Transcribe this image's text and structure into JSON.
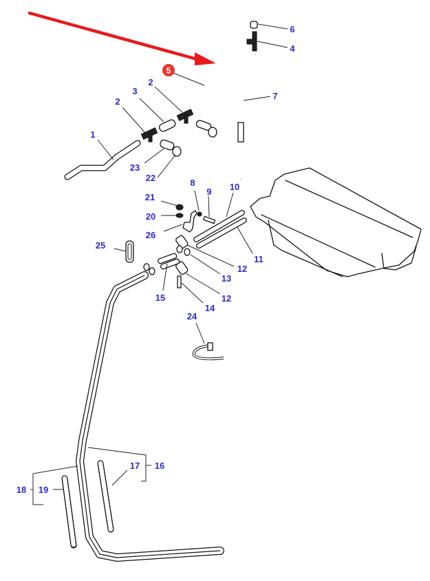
{
  "diagram": {
    "type": "exploded-parts-diagram",
    "highlight_color": "#e8362c",
    "label_color": "#2a2ad4",
    "arrow_color": "#e81a1a",
    "highlighted_callout": "5",
    "callouts": [
      {
        "id": "c1",
        "text": "1"
      },
      {
        "id": "c2a",
        "text": "2"
      },
      {
        "id": "c2b",
        "text": "2"
      },
      {
        "id": "c3",
        "text": "3"
      },
      {
        "id": "c4",
        "text": "4"
      },
      {
        "id": "c5",
        "text": "5"
      },
      {
        "id": "c6",
        "text": "6"
      },
      {
        "id": "c7",
        "text": "7"
      },
      {
        "id": "c8",
        "text": "8"
      },
      {
        "id": "c9",
        "text": "9"
      },
      {
        "id": "c10",
        "text": "10"
      },
      {
        "id": "c11",
        "text": "11"
      },
      {
        "id": "c12a",
        "text": "12"
      },
      {
        "id": "c12b",
        "text": "12"
      },
      {
        "id": "c13",
        "text": "13"
      },
      {
        "id": "c14",
        "text": "14"
      },
      {
        "id": "c15",
        "text": "15"
      },
      {
        "id": "c16",
        "text": "16"
      },
      {
        "id": "c17",
        "text": "17"
      },
      {
        "id": "c18",
        "text": "18"
      },
      {
        "id": "c19",
        "text": "19"
      },
      {
        "id": "c20",
        "text": "20"
      },
      {
        "id": "c21",
        "text": "21"
      },
      {
        "id": "c22",
        "text": "22"
      },
      {
        "id": "c23",
        "text": "23"
      },
      {
        "id": "c24",
        "text": "24"
      },
      {
        "id": "c25",
        "text": "25"
      },
      {
        "id": "c26",
        "text": "26"
      }
    ]
  }
}
